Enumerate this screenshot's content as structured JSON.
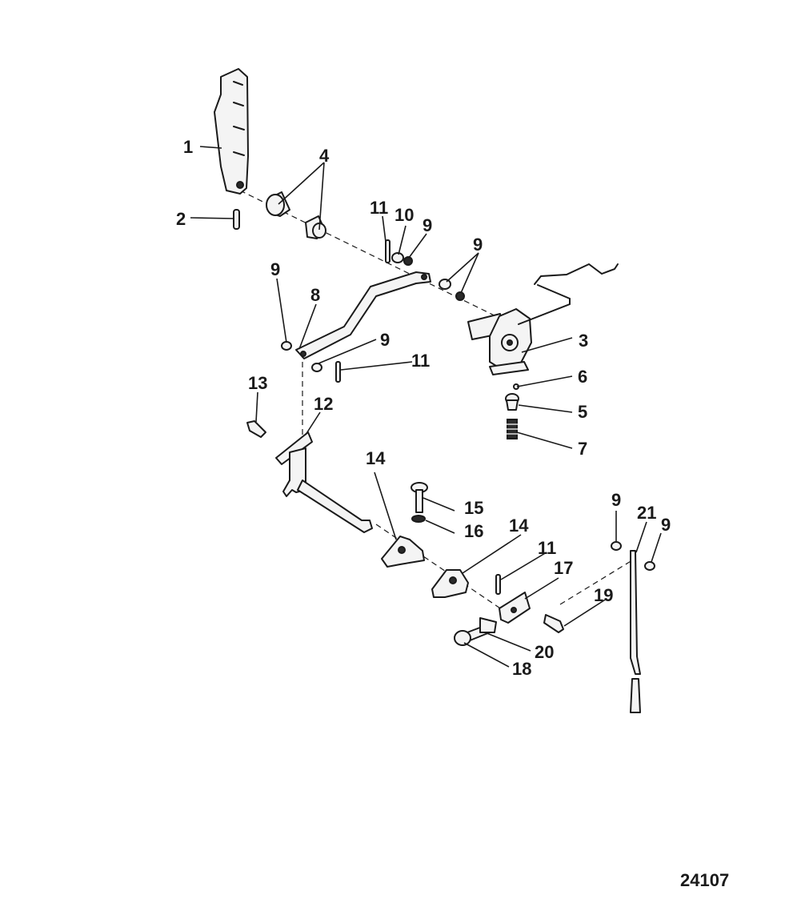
{
  "figure_number": "24107",
  "callouts": [
    "1",
    "2",
    "3",
    "4",
    "5",
    "6",
    "7",
    "8",
    "9",
    "10",
    "11",
    "12",
    "13",
    "14",
    "15",
    "16",
    "17",
    "18",
    "19",
    "20",
    "21"
  ]
}
